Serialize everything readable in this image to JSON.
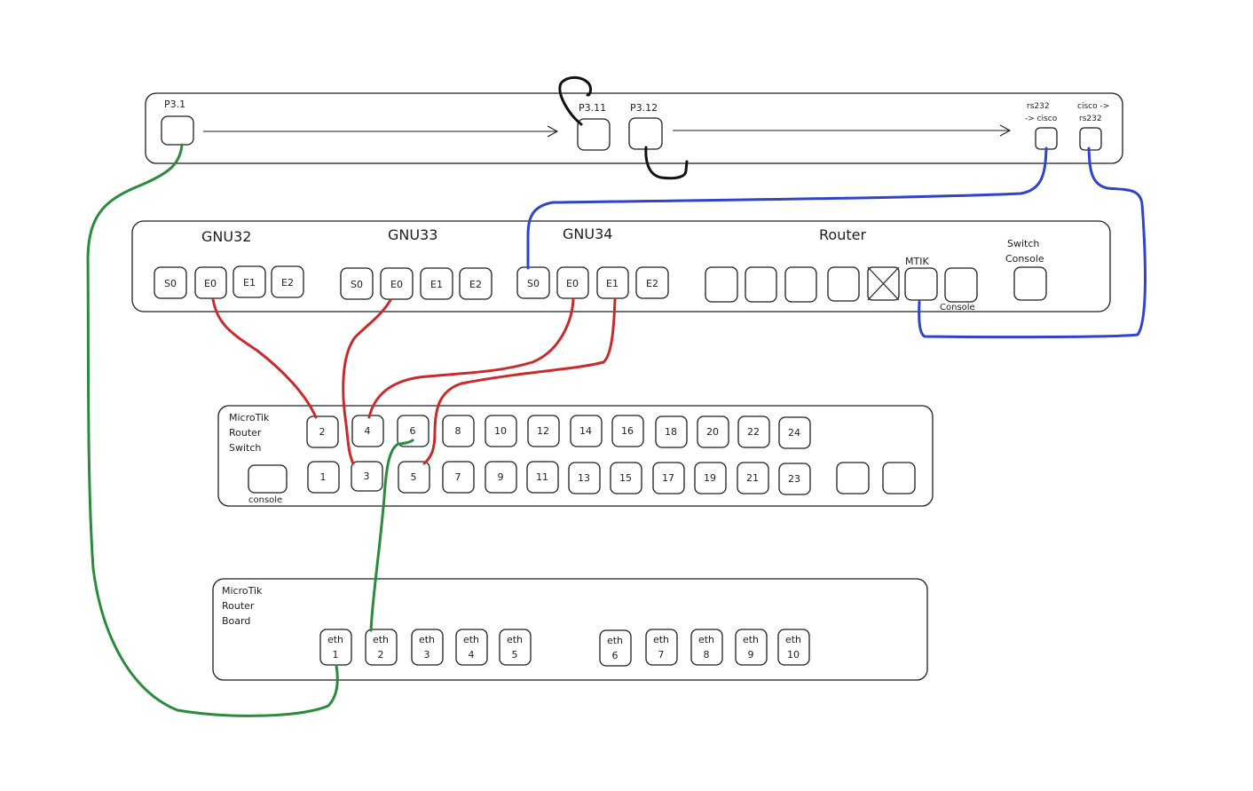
{
  "colors": {
    "red_cable": "#c92a2a",
    "blue_cable": "#2f44c9",
    "green_cable": "#2b8a3e",
    "black_cable": "#111111",
    "ink": "#1e1e1e"
  },
  "patch_panel": {
    "ports": {
      "p3_1": "P3.1",
      "p3_11": "P3.11",
      "p3_12": "P3.12",
      "rs232_cisco_line1": "rs232",
      "rs232_cisco_line2": "-> cisco",
      "cisco_rs232_line1": "cisco ->",
      "cisco_rs232_line2": "rs232"
    }
  },
  "router_rack": {
    "groups": {
      "gnu32": "GNU32",
      "gnu33": "GNU33",
      "gnu34": "GNU34",
      "router": "Router",
      "switch_console_line1": "Switch",
      "switch_console_line2": "Console"
    },
    "port_labels": {
      "s0": "S0",
      "e0": "E0",
      "e1": "E1",
      "e2": "E2",
      "mtik": "MTIK",
      "console": "Console"
    }
  },
  "switch": {
    "title_lines": [
      "MicroTik",
      "Router",
      "Switch"
    ],
    "top_row": [
      "2",
      "4",
      "6",
      "8",
      "10",
      "12",
      "14",
      "16",
      "18",
      "20",
      "22",
      "24"
    ],
    "bottom_row": [
      "1",
      "3",
      "5",
      "7",
      "9",
      "11",
      "13",
      "15",
      "17",
      "19",
      "21",
      "23"
    ],
    "console_label": "console"
  },
  "routerboard": {
    "title_lines": [
      "MicroTik",
      "Router",
      "Board"
    ],
    "port_prefix": "eth",
    "port_numbers": [
      "1",
      "2",
      "3",
      "4",
      "5",
      "6",
      "7",
      "8",
      "9",
      "10"
    ]
  }
}
